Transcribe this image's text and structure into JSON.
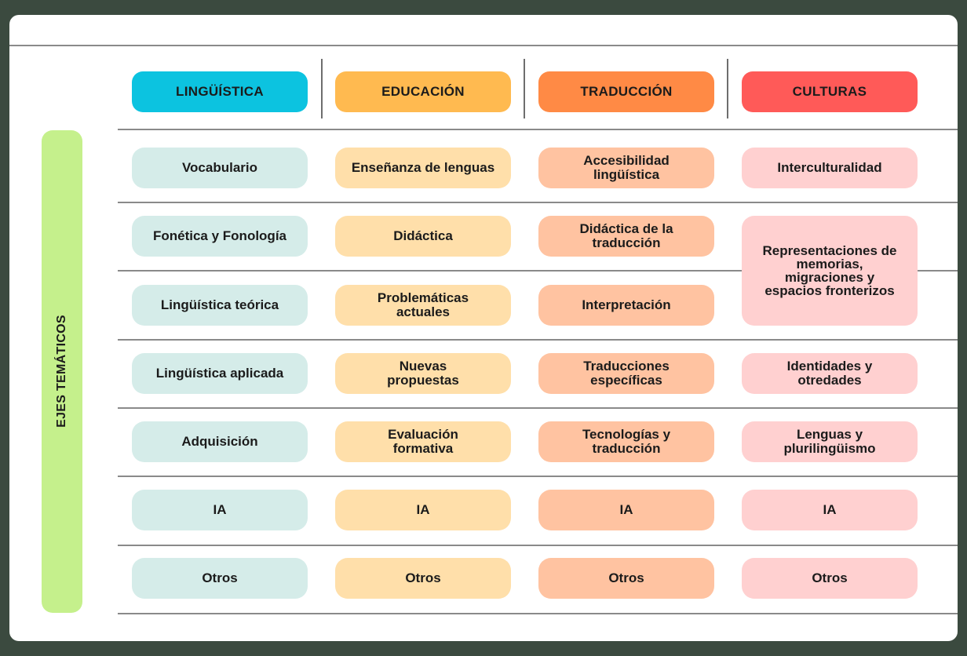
{
  "side_label": "EJES TEMÁTICOS",
  "headers": [
    "LINGÜÍSTICA",
    "EDUCACIÓN",
    "TRADUCCIÓN",
    "CULTURAS"
  ],
  "colors": {
    "header": [
      "#0cc3e0",
      "#ffba50",
      "#ff8a45",
      "#ff5a58"
    ],
    "cell": [
      "#d5ece9",
      "#ffdfaa",
      "#ffc3a1",
      "#ffd0d0"
    ],
    "side": "#c5f08c"
  },
  "columns": [
    [
      "Vocabulario",
      "Fonética y Fonología",
      "Lingüística teórica",
      "Lingüística aplicada",
      "Adquisición",
      "IA",
      "Otros"
    ],
    [
      "Enseñanza de lenguas",
      "Didáctica",
      "Problemáticas actuales",
      "Nuevas propuestas",
      "Evaluación formativa",
      "IA",
      "Otros"
    ],
    [
      "Accesibilidad lingüística",
      "Didáctica de la traducción",
      "Interpretación",
      "Traducciones específicas",
      "Tecnologías y traducción",
      "IA",
      "Otros"
    ],
    [
      "Interculturalidad",
      "Representaciones de memorias, migraciones y espacios fronterizos",
      "Identidades y otredades",
      "Lenguas y plurilingüismo",
      "IA",
      "Otros"
    ]
  ]
}
